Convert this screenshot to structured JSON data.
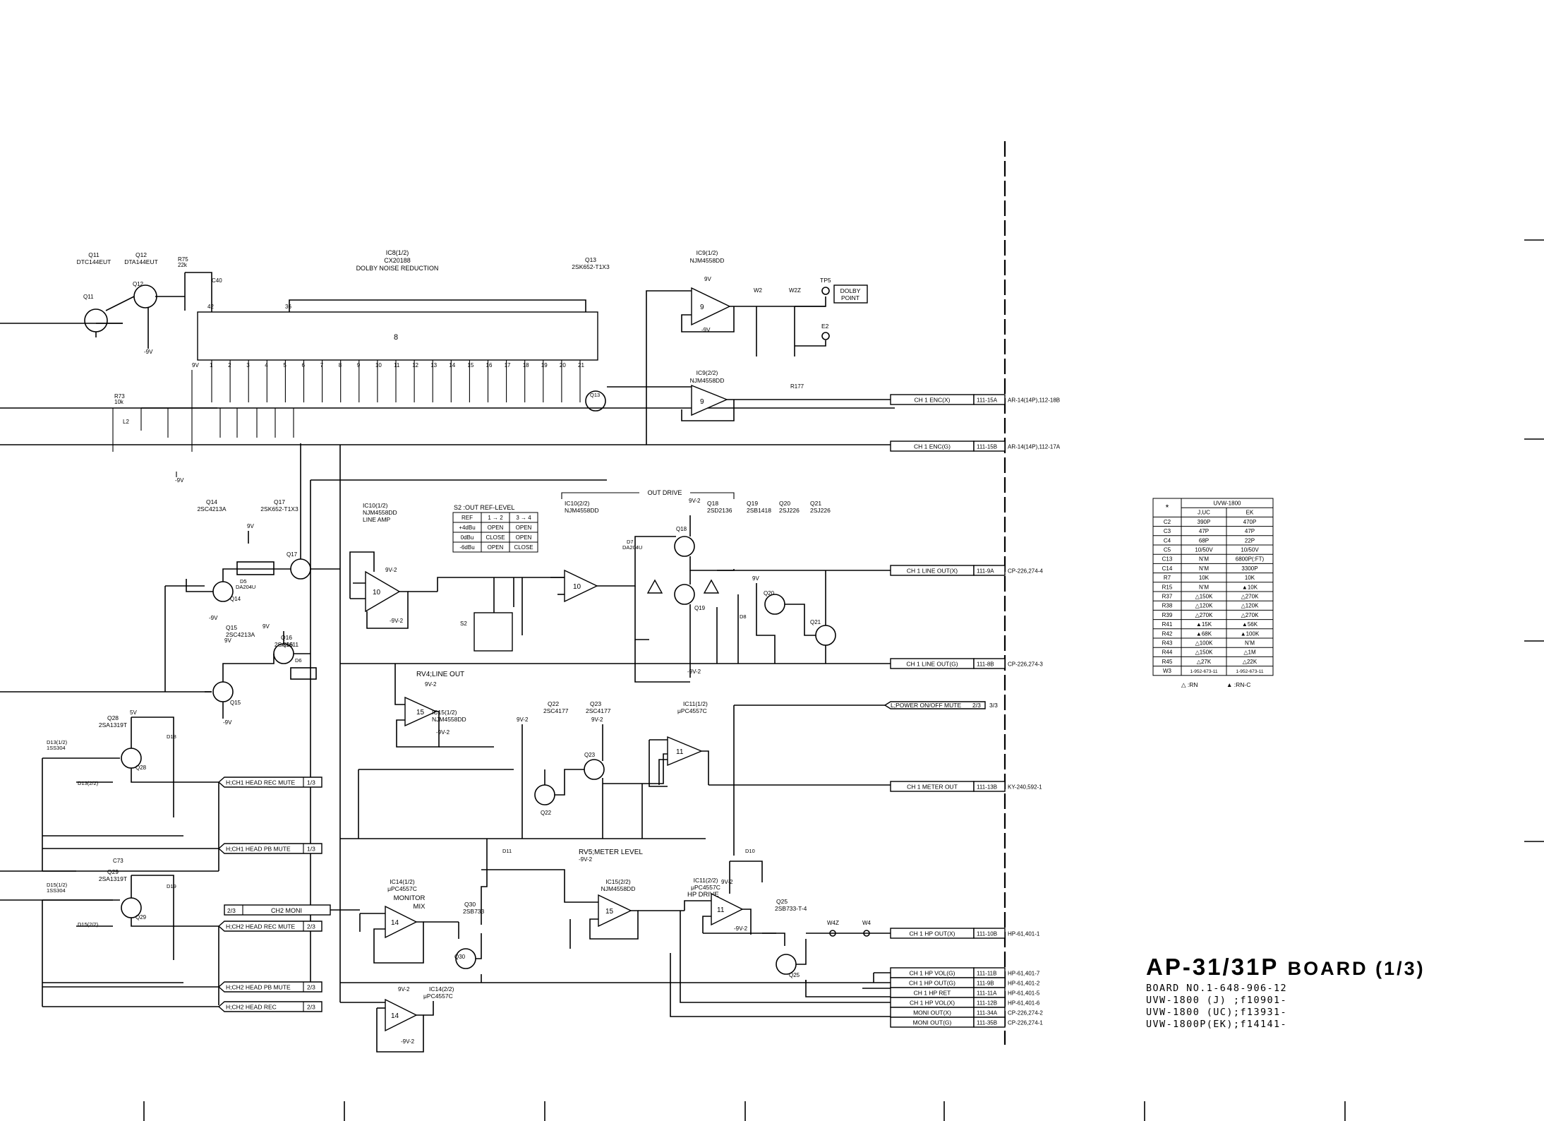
{
  "board": {
    "title": "AP-31/31P",
    "title_suffix": "BOARD (1/3)",
    "lines": [
      "BOARD NO.1-648-906-12",
      "UVW-1800 (J) ;f10901-",
      "UVW-1800 (UC);f13931-",
      "UVW-1800P(EK);f14141-"
    ]
  },
  "ics": {
    "ic8_ref": "IC8(1/2)",
    "ic8_part": "CX20188",
    "ic8_desc": "DOLBY NOISE REDUCTION",
    "ic8_center": "8",
    "ic8_pins": [
      "1",
      "2",
      "3",
      "4",
      "5",
      "6",
      "7",
      "8",
      "9",
      "10",
      "11",
      "12",
      "13",
      "14",
      "15",
      "16",
      "17",
      "18",
      "19",
      "20",
      "21"
    ],
    "ic8_top_pins": [
      "42",
      "36"
    ],
    "ic9_1_ref": "IC9(1/2)",
    "ic9_2_ref": "IC9(2/2)",
    "ic9_part": "NJM4558DD",
    "ic10_1_ref": "IC10(1/2)",
    "ic10_1_part": "NJM4558DD",
    "ic10_1_desc": "LINE AMP",
    "ic10_2_ref": "IC10(2/2)",
    "ic10_2_part": "NJM4558DD",
    "out_drive": "OUT DRIVE",
    "ic15_1_ref": "IC15(1/2)",
    "ic15_1_part": "NJM4558DD",
    "ic15_2_ref": "IC15(2/2)",
    "ic15_2_part": "NJM4558DD",
    "ic11_1_ref": "IC11(1/2)",
    "ic11_part": "μPC4557C",
    "ic11_2_ref": "IC11(2/2)",
    "ic11_2_desc": "HP DRIVE",
    "ic14_1_ref": "IC14(1/2)",
    "ic14_part": "μPC4557C",
    "ic14_1_desc1": "MONITOR",
    "ic14_1_desc2": "MIX",
    "ic14_2_ref": "IC14(2/2)",
    "n8": "8",
    "n9": "9",
    "n10": "10",
    "n11": "11",
    "n14": "14",
    "n15": "15"
  },
  "transistors": {
    "q11": "Q11",
    "q11_part": "DTC144EUT",
    "q12": "Q12",
    "q12_part": "DTA144EUT",
    "q13": "Q13",
    "q13_part": "2SK652-T1X3",
    "q14": "Q14",
    "q14_part": "2SC4213A",
    "q15": "Q15",
    "q15_part": "2SC4213A",
    "q16": "Q16",
    "q16_part": "2SA1611",
    "q17": "Q17",
    "q17_part": "2SK652-T1X3",
    "q18": "Q18",
    "q18_part": "2SD2136",
    "q19": "Q19",
    "q19_part": "2SB1418",
    "q20": "Q20",
    "q20_part": "2SJ226",
    "q21": "Q21",
    "q21_part": "2SJ226",
    "q22": "Q22",
    "q22_part": "2SC4177",
    "q23": "Q23",
    "q23_part": "2SC4177",
    "q28": "Q28",
    "q28_part": "2SA1319T",
    "q29": "Q29",
    "q29_part": "2SA1319T",
    "q30": "Q30",
    "q30_part": "2SB733",
    "q25": "Q25",
    "q25_part": "2SB733-T-4"
  },
  "rails": {
    "v9": "9V",
    "m9": "-9V",
    "v9m2": "9V-2",
    "m9m2": "-9V-2",
    "v5": "5V"
  },
  "labels": {
    "tp5": "TP5",
    "dolby_point1": "DOLBY",
    "dolby_point2": "POINT",
    "e2": "E2",
    "w2": "W2",
    "w2z": "W2Z",
    "w4z": "W4Z",
    "w4": "W4",
    "rv4": "RV4;LINE OUT",
    "rv5": "RV5;METER LEVEL",
    "s2": "S2"
  },
  "s2_table": {
    "title": "S2 :OUT REF-LEVEL",
    "header": [
      "REF",
      "1 → 2",
      "3 → 4"
    ],
    "rows": [
      [
        "+4dBu",
        "OPEN",
        "OPEN"
      ],
      [
        "0dBu",
        "CLOSE",
        "OPEN"
      ],
      [
        "-6dBu",
        "OPEN",
        "CLOSE"
      ]
    ]
  },
  "connectors": [
    {
      "label": "CH 1 ENC(X)",
      "pin": "111-15A",
      "dest": "AR-14(14P),112-18B"
    },
    {
      "label": "CH 1 ENC(G)",
      "pin": "111-15B",
      "dest": "AR-14(14P),112-17A"
    },
    {
      "label": "CH 1 LINE OUT(X)",
      "pin": "111-9A",
      "dest": "CP-226,274-4"
    },
    {
      "label": "CH 1 LINE OUT(G)",
      "pin": "111-8B",
      "dest": "CP-226,274-3"
    },
    {
      "label": "CH 1 METER OUT",
      "pin": "111-13B",
      "dest": "KY-240,592-1"
    },
    {
      "label": "CH 1 HP OUT(X)",
      "pin": "111-10B",
      "dest": "HP-61,401-1"
    },
    {
      "label": "CH 1 HP VOL(G)",
      "pin": "111-11B",
      "dest": "HP-61,401-7"
    },
    {
      "label": "CH 1 HP OUT(G)",
      "pin": "111-9B",
      "dest": "HP-61,401-2"
    },
    {
      "label": "CH 1 HP RET",
      "pin": "111-11A",
      "dest": "HP-61,401-5"
    },
    {
      "label": "CH 1 HP VOL(X)",
      "pin": "111-12B",
      "dest": "HP-61,401-6"
    },
    {
      "label": "MONI OUT(X)",
      "pin": "111-34A",
      "dest": "CP-226,274-2"
    },
    {
      "label": "MONI OUT(G)",
      "pin": "111-35B",
      "dest": "CP-226,274-1"
    }
  ],
  "tags": {
    "power_mute": "L;POWER ON/OFF MUTE",
    "power_mute_sheet": "2/3",
    "power_mute_page": "3/3",
    "ch1_rec": "H;CH1 HEAD REC MUTE",
    "ch1_rec_s": "1/3",
    "ch1_pb": "H;CH1 HEAD PB MUTE",
    "ch1_pb_s": "1/3",
    "ch2_moni_s": "2/3",
    "ch2_moni": "CH2 MONI",
    "ch2_rec": "H;CH2 HEAD REC MUTE",
    "ch2_rec_s": "2/3",
    "ch2_pb": "H;CH2 HEAD PB MUTE",
    "ch2_pb_s": "2/3",
    "ch2_head": "H;CH2 HEAD REC",
    "ch2_head_s": "2/3"
  },
  "diodes": {
    "d13_1": "D13(1/2)",
    "d13_2": "D13(2/2)",
    "d13_part": "1SS304",
    "d15_1": "D15(1/2)",
    "d15_2": "D15(2/2)",
    "d15_part": "1SS304",
    "d18": "D18",
    "d19": "D19",
    "d11": "D11",
    "d10": "D10",
    "d5": "D5",
    "d6": "D6",
    "d7": "D7",
    "d8": "D8",
    "d5_part": "DA204U",
    "d7_part": "DA204U"
  },
  "variant_table": {
    "star": "*",
    "model": "UVW-1800",
    "col_juc": "J,UC",
    "col_ek": "EK",
    "rows": [
      [
        "C2",
        "390P",
        "470P"
      ],
      [
        "C3",
        "47P",
        "47P"
      ],
      [
        "C4",
        "68P",
        "22P"
      ],
      [
        "C5",
        "10/50V",
        "10/50V"
      ],
      [
        "C13",
        "N'M",
        "6800P(:FT)"
      ],
      [
        "C14",
        "N'M",
        "3300P"
      ],
      [
        "R7",
        "10K",
        "10K"
      ],
      [
        "R15",
        "N'M",
        "▲10K"
      ],
      [
        "R37",
        "△150K",
        "△270K"
      ],
      [
        "R38",
        "△120K",
        "△120K"
      ],
      [
        "R39",
        "△270K",
        "△270K"
      ],
      [
        "R41",
        "▲15K",
        "▲56K"
      ],
      [
        "R42",
        "▲68K",
        "▲100K"
      ],
      [
        "R43",
        "△100K",
        "N'M"
      ],
      [
        "R44",
        "△150K",
        "△1M"
      ],
      [
        "R45",
        "△27K",
        "△22K"
      ],
      [
        "W3",
        "1-952-673-11",
        "1-952-673-11"
      ]
    ],
    "legend_rn": "△ :RN",
    "legend_rnc": "▲ :RN-C"
  }
}
